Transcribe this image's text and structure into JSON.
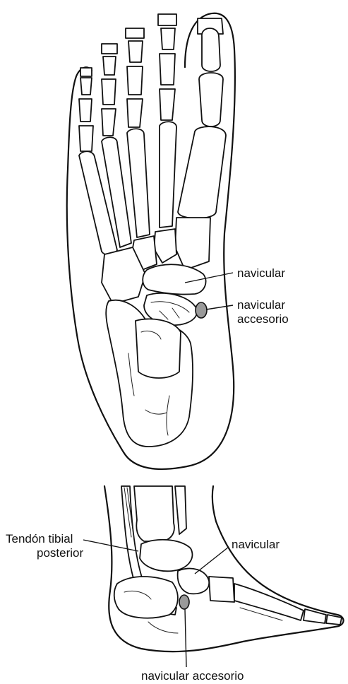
{
  "top_view": {
    "label_navicular": "navicular",
    "label_accessory_line1": "navicular",
    "label_accessory_line2": "accesorio"
  },
  "side_view": {
    "label_tendon_line1": "Tendón tibial",
    "label_tendon_line2": "posterior",
    "label_navicular": "navicular",
    "label_accessory": "navicular accesorio"
  },
  "colors": {
    "line": "#111111",
    "accessory_fill": "#9a9a9a",
    "background": "#ffffff"
  }
}
